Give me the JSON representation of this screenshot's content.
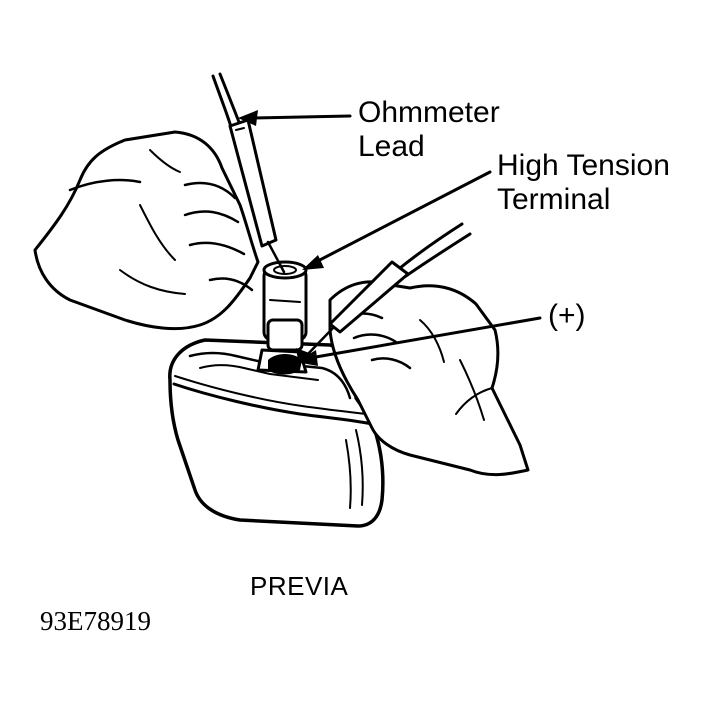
{
  "figure": {
    "callouts": {
      "ohmmeter_lead": [
        "Ohmmeter",
        "Lead"
      ],
      "high_tension_terminal": [
        "High Tension",
        "Terminal"
      ],
      "positive_terminal": "(+)"
    },
    "model_label": "PREVIA",
    "figure_id": "93E78919"
  },
  "colors": {
    "ink": "#000000",
    "paper": "#ffffff"
  }
}
